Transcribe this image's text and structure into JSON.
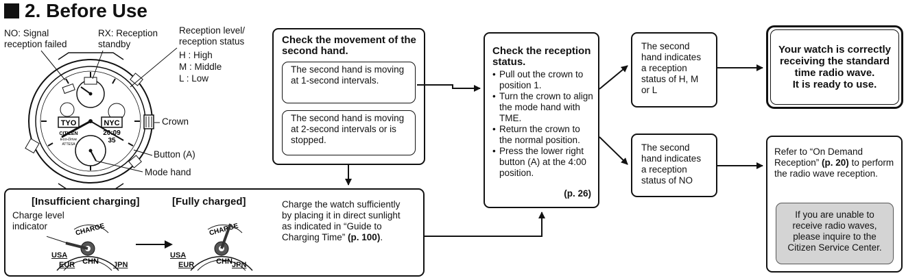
{
  "title": "2. Before Use",
  "watch_labels": {
    "no_signal": "NO: Signal\nreception failed",
    "rx_standby": "RX: Reception\nstandby",
    "reception_level": "Reception level/\nreception status",
    "levels": [
      "H  : High",
      "M  : Middle",
      "L  : Low"
    ],
    "crown": "Crown",
    "button_a": "Button (A)",
    "mode_hand": "Mode hand"
  },
  "watch_face": {
    "brand": "CITIZEN",
    "subbrand": "Eco-Drive",
    "model": "ATTESA",
    "left_display": "TYO",
    "right_display": "NYC",
    "time_display": "20:09",
    "seconds_display": "35"
  },
  "movement_box": {
    "heading": "Check the movement of the second hand.",
    "option1": "The second hand is moving at 1-second intervals.",
    "option2": "The second hand is moving at 2-second intervals or is stopped."
  },
  "charging_box": {
    "insufficient_heading": "[Insufficient charging]",
    "fully_heading": "[Fully charged]",
    "indicator_label": "Charge level\nindicator",
    "dial_charge": "CHARGE",
    "dial_center": "CHN",
    "dial_left": "USA",
    "dial_left2": "EUR",
    "dial_right": "JPN",
    "text_before": "Charge the watch sufficiently by placing it in direct sunlight as indicated in “Guide to Charging Time” ",
    "text_ref": "(p. 100)",
    "text_after": "."
  },
  "reception_box": {
    "heading": "Check the reception status.",
    "steps": [
      "Pull out the crown to position 1.",
      "Turn the crown to align the mode hand with TME.",
      "Return the crown to the normal position.",
      "Press the lower right button (A) at the 4:00 position."
    ],
    "page_ref": "(p. 26)"
  },
  "status_ok": "The second hand indicates a reception status of H, M or L",
  "status_no": "The second hand indicates a reception status of NO",
  "ready_box": "Your watch is correctly receiving the standard time radio wave.\nIt is ready to use.",
  "refer_box": {
    "text_before": "Refer to “On Demand Reception” ",
    "text_ref": "(p. 20)",
    "text_after": " to perform the radio wave reception."
  },
  "service_box": "If you are unable to receive radio waves, please inquire to the Citizen Service Center."
}
